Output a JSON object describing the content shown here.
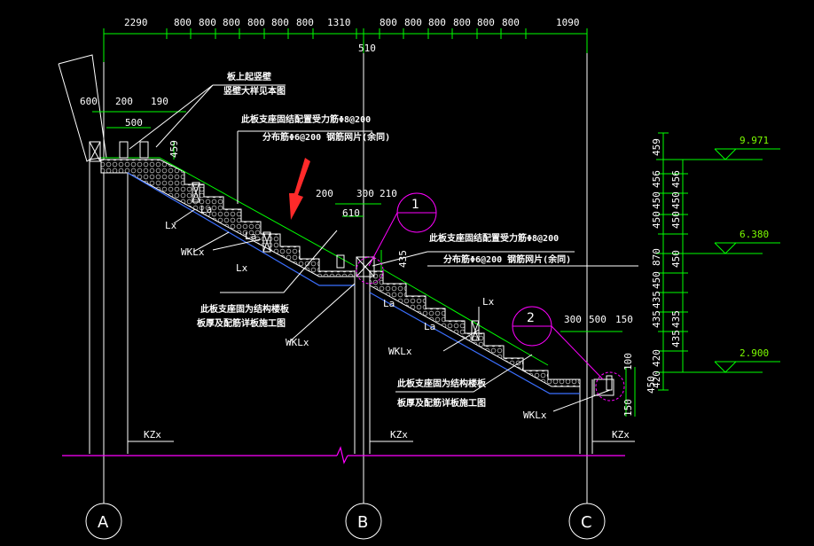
{
  "dimensions_top_left": [
    "2290",
    "800",
    "800",
    "800",
    "800",
    "800",
    "800",
    "1310"
  ],
  "dimensions_top_right": [
    "800",
    "800",
    "800",
    "800",
    "800",
    "800",
    "1090"
  ],
  "dim_510": "510",
  "dims_left_small": [
    "600",
    "200",
    "190",
    "500"
  ],
  "dim_459_left": "459",
  "dims_mid": [
    "200",
    "300",
    "210",
    "610"
  ],
  "dim_435": "435",
  "dims_right_small": [
    "300",
    "500",
    "150"
  ],
  "dim_100": "100",
  "dim_450_small": "450",
  "dim_150_small": "150",
  "notes": {
    "n1": "板上起竖壁",
    "n2": "竖壁大样见本图",
    "n3": "此板支座固结配置受力筋Φ8@200",
    "n4": "分布筋Φ6@200 钢筋网片(余同)",
    "n5": "此板支座固结配置受力筋Φ8@200",
    "n6": "分布筋Φ6@200 钢筋网片(余同)",
    "n7": "此板支座固为结构楼板",
    "n8": "板厚及配筋详板施工图",
    "n9": "此板支座固为结构楼板",
    "n10": "板厚及配筋详板施工图"
  },
  "labels": {
    "lx1": "Lx",
    "la1": "La",
    "la2": "La",
    "lx2": "Lx",
    "wkl1": "WKLx",
    "wkl2": "WKLx",
    "wkl3": "WKLx",
    "wkl4": "WKLx",
    "la3": "La",
    "la4": "La",
    "lx3": "Lx",
    "kz1": "KZx",
    "kz2": "KZx",
    "kz3": "KZx"
  },
  "detail_markers": [
    "1",
    "2"
  ],
  "axes": [
    "A",
    "B",
    "C"
  ],
  "levels": [
    "9.971",
    "6.380",
    "2.900"
  ],
  "right_dims_outer": [
    "459",
    "456",
    "450",
    "450",
    "870",
    "450",
    "435",
    "435",
    "420",
    "420"
  ],
  "right_dims_inner": [
    "456",
    "450",
    "450",
    "450",
    "435",
    "435"
  ],
  "colors": {
    "dim_green": "#00ff00",
    "white": "#ffffff",
    "magenta": "#ff00ff",
    "blue": "#3b6fff",
    "red": "#ff2a2a",
    "hatch": "#cccccc"
  }
}
